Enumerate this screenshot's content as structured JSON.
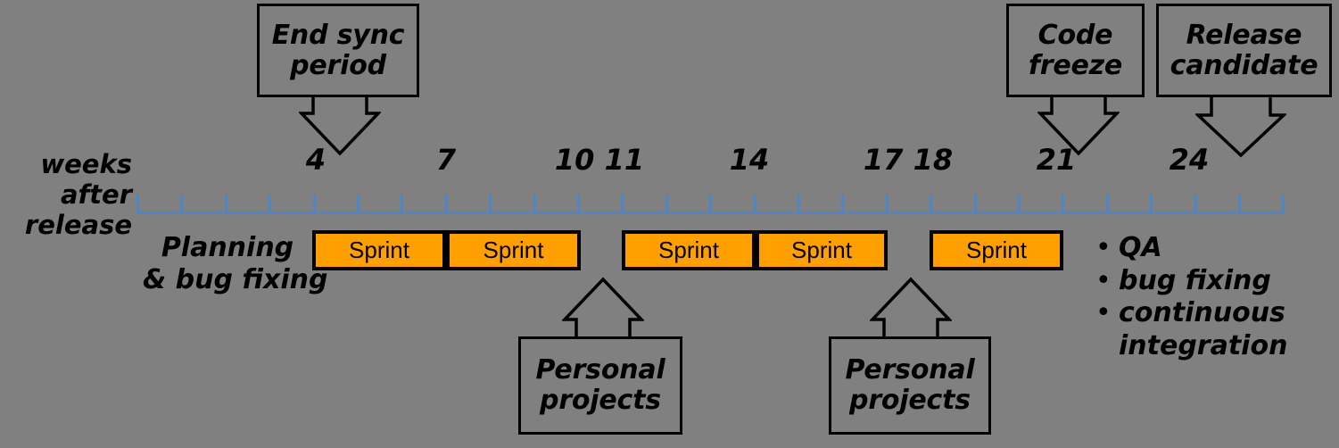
{
  "diagram": {
    "title": "Release timeline with sprints",
    "background_color": "#808080",
    "sprint_color": "#FFA000",
    "axis_color": "#4a86c8",
    "line_color": "#000000"
  },
  "axis": {
    "caption_lines": [
      "weeks",
      "after",
      "release"
    ],
    "tick_count": 27,
    "week_labels": [
      {
        "text": "4",
        "week": 4
      },
      {
        "text": "7",
        "week": 7
      },
      {
        "text": "10 11",
        "week": 10
      },
      {
        "text": "14",
        "week": 14
      },
      {
        "text": "17 18",
        "week": 17
      },
      {
        "text": "21",
        "week": 21
      },
      {
        "text": "24",
        "week": 24
      }
    ]
  },
  "callouts": {
    "top": [
      {
        "name": "end-sync-period",
        "lines": [
          "End sync",
          "period"
        ],
        "points_to_week": 4
      },
      {
        "name": "code-freeze",
        "lines": [
          "Code",
          "freeze"
        ],
        "points_to_week": 21
      },
      {
        "name": "release-candidate",
        "lines": [
          "Release",
          "candidate"
        ],
        "points_to_week": 24
      }
    ],
    "bottom": [
      {
        "name": "personal-projects-1",
        "lines": [
          "Personal",
          "projects"
        ]
      },
      {
        "name": "personal-projects-2",
        "lines": [
          "Personal",
          "projects"
        ]
      }
    ]
  },
  "planning": {
    "lines": [
      "Planning",
      "& bug fixing"
    ]
  },
  "sprints": [
    {
      "label": "Sprint"
    },
    {
      "label": "Sprint"
    },
    {
      "label": "Sprint"
    },
    {
      "label": "Sprint"
    },
    {
      "label": "Sprint"
    }
  ],
  "activities": {
    "items": [
      {
        "text": "QA",
        "lines": [
          "QA"
        ]
      },
      {
        "text": "bug fixing",
        "lines": [
          "bug fixing"
        ]
      },
      {
        "text": "continuous integration",
        "lines": [
          "continuous",
          "integration"
        ]
      }
    ],
    "bullet_glyph": "•"
  }
}
